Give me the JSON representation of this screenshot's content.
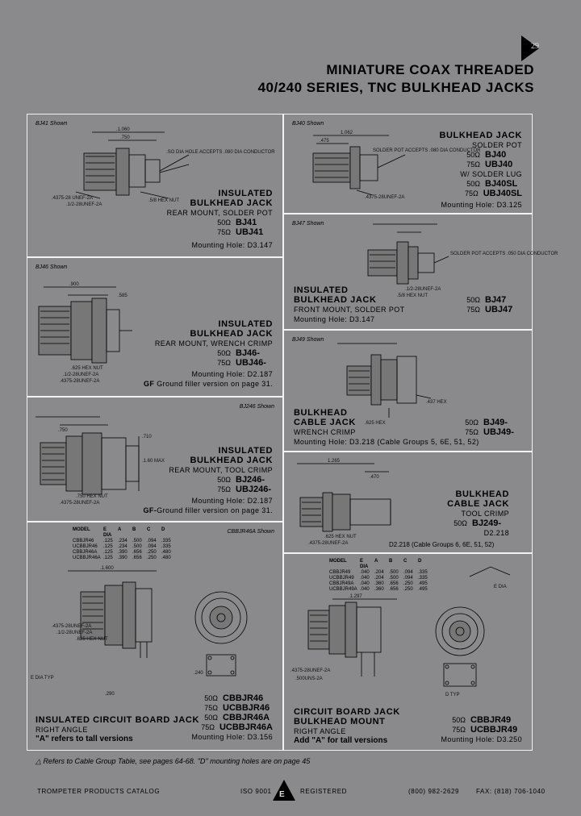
{
  "page_number": "29",
  "header": {
    "line1": "MINIATURE COAX THREADED",
    "line2": "40/240 SERIES, TNC BULKHEAD JACKS"
  },
  "panels": {
    "bj41": {
      "label": "BJ41 Shown",
      "title1": "INSULATED",
      "title2": "BULKHEAD JACK",
      "subtitle": "REAR MOUNT, SOLDER POT",
      "ohm1": "50Ω",
      "pn1": "BJ41",
      "ohm2": "75Ω",
      "pn2": "UBJ41",
      "mounting": "Mounting Hole: D3.147",
      "dims": [
        ".1.060",
        ".750",
        ".SO DIA HOLE ACCEPTS .080 DIA CONDUCTOR",
        ".4375-28 UNEF-2A",
        ".1/2-28UNEF-2A",
        ".5/8 HEX NUT"
      ]
    },
    "bj40": {
      "label": "BJ40 Shown",
      "title1": "BULKHEAD JACK",
      "subtitle1": "SOLDER POT",
      "ohm1": "50Ω",
      "pn1": "BJ40",
      "ohm2": "75Ω",
      "pn2": "UBJ40",
      "subtitle2": "W/ SOLDER LUG",
      "ohm3": "50Ω",
      "pn3": "BJ40SL",
      "ohm4": "75Ω",
      "pn4": "UBJ40SL",
      "mounting": "Mounting Hole: D3.125",
      "dims": [
        "1.062",
        ".475",
        "SOLDER POT ACCEPTS .080 DIA CONDUCTOR",
        ".4375-28UNEF-2A"
      ]
    },
    "bj47": {
      "label": "BJ47 Shown",
      "title1": "INSULATED",
      "title2": "BULKHEAD JACK",
      "subtitle": "FRONT MOUNT, SOLDER POT",
      "ohm1": "50Ω",
      "pn1": "BJ47",
      "ohm2": "75Ω",
      "pn2": "UBJ47",
      "mounting": "Mounting Hole: D3.147",
      "dims": [
        "SOLDER POT ACCEPTS .050 DIA CONDUCTOR",
        ".1/2-28UNEF-2A",
        ".5/8 HEX NUT"
      ]
    },
    "bj46": {
      "label": "BJ46 Shown",
      "title1": "INSULATED",
      "title2": "BULKHEAD JACK",
      "subtitle": "REAR MOUNT, WRENCH CRIMP",
      "ohm1": "50Ω",
      "pn1": "BJ46-",
      "ohm2": "75Ω",
      "pn2": "UBJ46-",
      "mounting": "Mounting Hole: D2.187",
      "gf_prefix": "GF",
      "gf_text": "Ground filler version on page 31.",
      "dims": [
        ".900",
        ".585",
        ".625 HEX NUT",
        ".1/2-28UNEF-2A",
        ".4375-28UNEF-2A"
      ]
    },
    "bj49": {
      "label": "BJ49 Shown",
      "title1": "BULKHEAD",
      "title2": "CABLE JACK",
      "subtitle": "WRENCH CRIMP",
      "ohm1": "50Ω",
      "pn1": "BJ49-",
      "ohm2": "75Ω",
      "pn2": "UBJ49-",
      "mounting": "Mounting Hole: D3.218 (Cable Groups 5, 6E, 51, 52)",
      "dims": [
        ".437 HEX",
        ".625 HEX"
      ]
    },
    "bj246": {
      "label": "BJ246 Shown",
      "title1": "INSULATED",
      "title2": "BULKHEAD JACK",
      "subtitle": "REAR MOUNT, TOOL CRIMP",
      "ohm1": "50Ω",
      "pn1": "BJ246-",
      "ohm2": "75Ω",
      "pn2": "UBJ246-",
      "mounting": "Mounting Hole: D2.187",
      "gf_prefix": "GF-",
      "gf_text": "Ground filler version on page 31.",
      "dims": [
        ".750",
        ".710",
        ".1.60 MAX",
        ".750 HEX NUT",
        ".4375-28UNEF-2A"
      ]
    },
    "bj249": {
      "title1": "BULKHEAD",
      "title2": "CABLE JACK",
      "subtitle": "TOOL CRIMP",
      "ohm1": "50Ω",
      "pn1": "BJ249-",
      "mounting1": "D2.218",
      "mounting2": "D2.218 (Cable Groups 6, 6E, 51, 52)",
      "dims": [
        "1.265",
        ".470",
        ".625 HEX NUT",
        ".4375-28UNEF-2A"
      ]
    },
    "cbbjr46": {
      "label": "CBBJR46A Shown",
      "title": "INSULATED CIRCUIT BOARD JACK",
      "subtitle": "RIGHT ANGLE",
      "note": "\"A\" refers to tall versions",
      "ohm1": "50Ω",
      "pn1": "CBBJR46",
      "ohm2": "75Ω",
      "pn2": "UCBBJR46",
      "ohm3": "50Ω",
      "pn3": "CBBJR46A",
      "ohm4": "75Ω",
      "pn4": "UCBBJR46A",
      "mounting": "Mounting Hole: D3.156",
      "table_headers": [
        "MODEL",
        "E DIA",
        "A",
        "B",
        "C",
        "D"
      ],
      "table_rows": [
        [
          "CBBJR46",
          ".125",
          ".234",
          ".500",
          ".094",
          ".335"
        ],
        [
          "UCBBJR46",
          ".125",
          ".234",
          ".500",
          ".094",
          ".335"
        ],
        [
          "CBBJR46A",
          ".125",
          ".390",
          ".656",
          ".250",
          ".480"
        ],
        [
          "UCBBJR46A",
          ".125",
          ".390",
          ".656",
          ".250",
          ".480"
        ]
      ],
      "dims": [
        ".1.600",
        ".4375-28UNEF-2A",
        ".1/2-28UNEF-2A",
        ".625 HEX NUT",
        "E DIA TYP",
        ".240",
        ".290"
      ]
    },
    "cbbjr49": {
      "title1": "CIRCUIT BOARD JACK",
      "title2": "BULKHEAD MOUNT",
      "subtitle": "RIGHT ANGLE",
      "note": "Add \"A\" for tall versions",
      "ohm1": "50Ω",
      "pn1": "CBBJR49",
      "ohm2": "75Ω",
      "pn2": "UCBBJR49",
      "mounting": "Mounting Hole: D3.250",
      "table_headers": [
        "MODEL",
        "E DIA",
        "A",
        "B",
        "C",
        "D"
      ],
      "table_rows": [
        [
          "CBBJR49",
          ".040",
          ".204",
          ".500",
          ".094",
          ".335"
        ],
        [
          "UCBBJR49",
          ".040",
          ".204",
          ".500",
          ".094",
          ".335"
        ],
        [
          "CBBJR49A",
          ".040",
          ".360",
          ".656",
          ".250",
          ".495"
        ],
        [
          "UCBBJR49A",
          ".040",
          ".360",
          ".656",
          ".250",
          ".495"
        ]
      ],
      "dims": [
        ".1.297",
        ".4375-28UNEF-2A",
        ".500UNS-2A",
        "E DIA",
        "D TYP"
      ]
    }
  },
  "footnote": "Refers to Cable Group Table, see pages 64-68. \"D\" mounting holes are on page 45",
  "footer": {
    "left": "TROMPETER PRODUCTS CATALOG",
    "iso": "ISO 9001",
    "registered": "REGISTERED",
    "phone": "(800) 982-2629",
    "fax": "FAX: (818) 706-1040"
  }
}
